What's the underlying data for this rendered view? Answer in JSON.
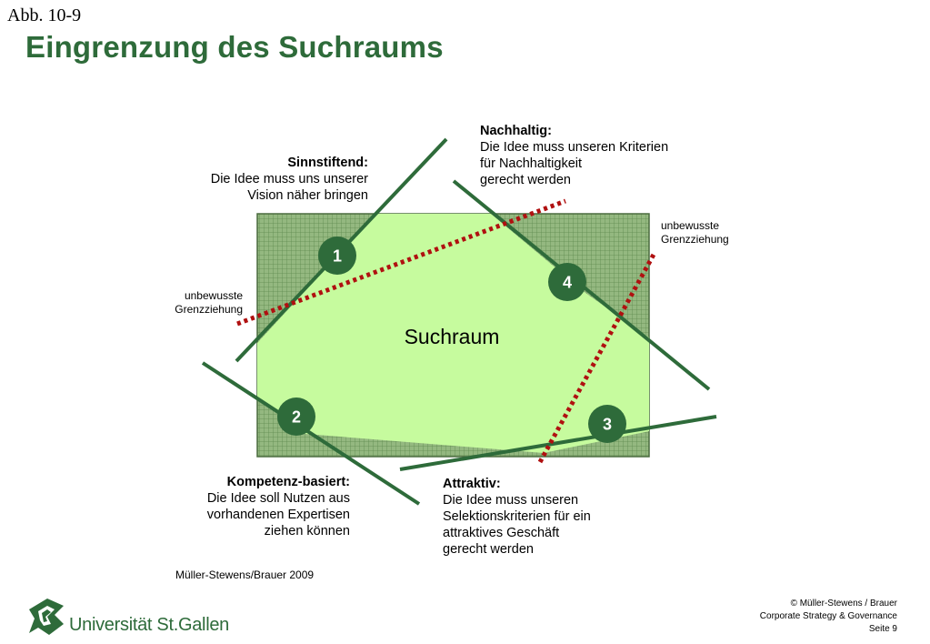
{
  "figure_label": "Abb. 10-9",
  "title": "Eingrenzung des Suchraums",
  "center_label": "Suchraum",
  "criteria": [
    {
      "id": "1",
      "heading": "Sinnstiftend:",
      "lines": [
        "Die Idee muss uns unserer",
        "Vision näher bringen"
      ]
    },
    {
      "id": "2",
      "heading": "Kompetenz-basiert:",
      "lines": [
        "Die Idee soll Nutzen aus",
        "vorhandenen Expertisen",
        "ziehen können"
      ]
    },
    {
      "id": "3",
      "heading": "Attraktiv:",
      "lines": [
        "Die Idee muss unseren",
        "Selektionskriterien für ein",
        "attraktives Geschäft",
        "gerecht werden"
      ]
    },
    {
      "id": "4",
      "heading": "Nachhaltig:",
      "lines": [
        "Die Idee muss unseren Kriterien",
        "für Nachhaltigkeit",
        "gerecht werden"
      ]
    }
  ],
  "unconscious_boundary": {
    "left": [
      "unbewusste",
      "Grenzziehung"
    ],
    "right": [
      "unbewusste",
      "Grenzziehung"
    ]
  },
  "source": "Müller-Stewens/Brauer 2009",
  "footer": {
    "line1": "© Müller-Stewens / Brauer",
    "line2": "Corporate Strategy & Governance",
    "line3": "Seite 9"
  },
  "logo_text": "Universität St.Gallen",
  "colors": {
    "title": "#2e6b3a",
    "line": "#2e6b3a",
    "node": "#2e6b3a",
    "search_area": "#c6fb9e",
    "hatch": "#7fa66a",
    "dotted": "#b01010"
  }
}
